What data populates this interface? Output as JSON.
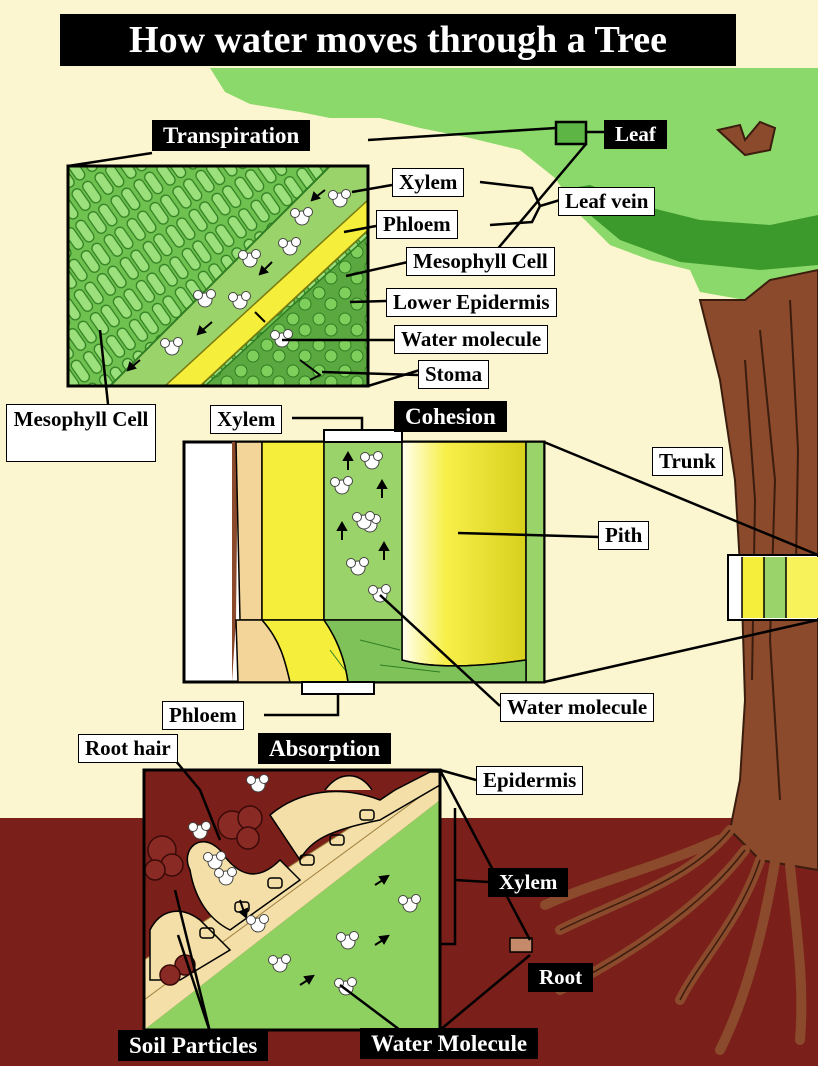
{
  "title": "How water moves through a Tree",
  "sections": {
    "transpiration": "Transpiration",
    "cohesion": "Cohesion",
    "absorption": "Absorption"
  },
  "labels": {
    "leaf": "Leaf",
    "xylem_leaf": "Xylem",
    "leaf_vein": "Leaf vein",
    "phloem_leaf": "Phloem",
    "mesophyll_cell_right": "Mesophyll Cell",
    "lower_epidermis": "Lower Epidermis",
    "water_molecule_leaf": "Water molecule",
    "stoma": "Stoma",
    "mesophyll_cell_left": "Mesophyll Cell",
    "xylem_trunk": "Xylem",
    "trunk": "Trunk",
    "pith": "Pith",
    "phloem_trunk": "Phloem",
    "water_molecule_trunk": "Water molecule",
    "root_hair": "Root hair",
    "epidermis": "Epidermis",
    "xylem_root": "Xylem",
    "root": "Root",
    "soil_particles": "Soil Particles",
    "water_molecule_root": "Water Molecule"
  },
  "colors": {
    "background": "#fbf6cf",
    "soil": "#7a1f1a",
    "bark": "#8b4a2b",
    "foliage": "#8bd96a",
    "leaf_tissue": "#5cb544",
    "xylem": "#9bd36b",
    "phloem": "#f5ee3a",
    "pith": "#f7f15a",
    "root_hair": "#f3dfa7"
  }
}
